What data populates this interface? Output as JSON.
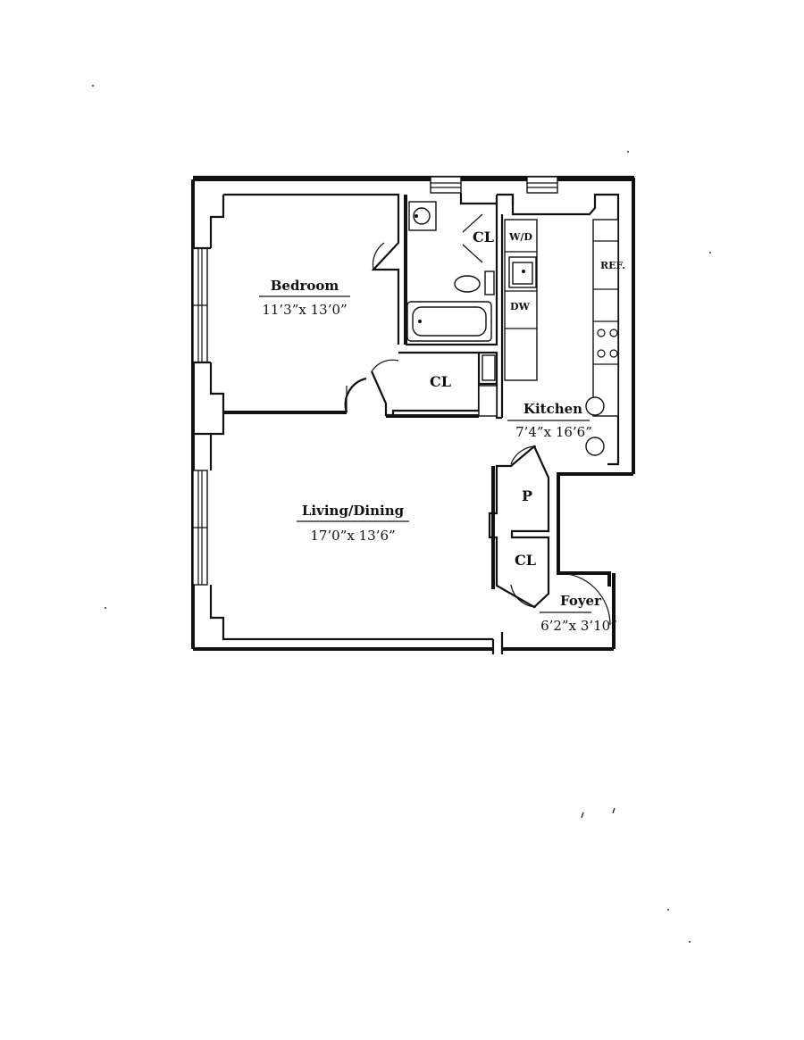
{
  "rooms": {
    "bedroom": {
      "name": "Bedroom",
      "dims": "11’3”x 13’0”"
    },
    "living": {
      "name": "Living/Dining",
      "dims": "17’0”x 13’6”"
    },
    "kitchen": {
      "name": "Kitchen",
      "dims": "7’4”x 16’6”"
    },
    "foyer": {
      "name": "Foyer",
      "dims": "6’2”x 3’10”"
    }
  },
  "labels": {
    "closet": "CL",
    "pantry": "P",
    "washer_dryer": "W/D",
    "dishwasher": "DW",
    "refrigerator": "REF."
  }
}
